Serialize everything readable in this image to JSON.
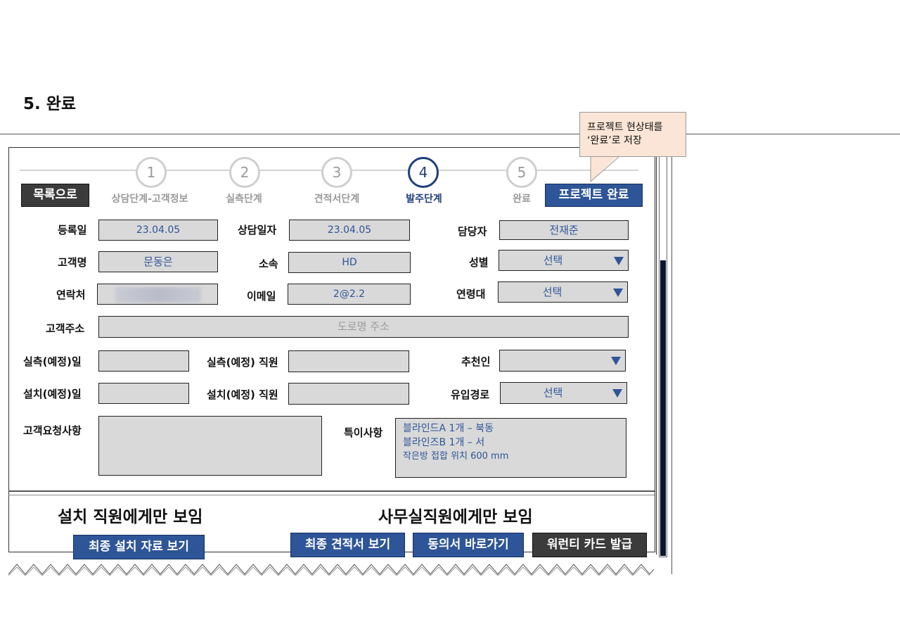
{
  "slide_title": "5. 완료",
  "callout": {
    "line1": "프로젝트 현상태를",
    "line2": "‘완료’로 저장"
  },
  "nav": {
    "back_label": "목록으로",
    "complete_label": "프로젝트 완료"
  },
  "steps": [
    {
      "number": "1",
      "label": "상담단계-고객정보",
      "active": false
    },
    {
      "number": "2",
      "label": "실측단계",
      "active": false
    },
    {
      "number": "3",
      "label": "견적서단계",
      "active": false
    },
    {
      "number": "4",
      "label": "발주단계",
      "active": true
    },
    {
      "number": "5",
      "label": "완료",
      "active": false
    }
  ],
  "form": {
    "reg_date": {
      "label": "등록일",
      "value": "23.04.05"
    },
    "consult_date": {
      "label": "상담일자",
      "value": "23.04.05"
    },
    "manager": {
      "label": "담당자",
      "value": "전재준"
    },
    "customer_name": {
      "label": "고객명",
      "value": "문동은"
    },
    "affiliation": {
      "label": "소속",
      "value": "HD"
    },
    "gender": {
      "label": "성별",
      "value": "선택"
    },
    "contact": {
      "label": "연락처",
      "value": ""
    },
    "email": {
      "label": "이메일",
      "value": "2@2.2"
    },
    "age_group": {
      "label": "연령대",
      "value": "선택"
    },
    "address": {
      "label": "고객주소",
      "placeholder": "도로명 주소"
    },
    "measure_date": {
      "label": "실측(예정)일",
      "value": ""
    },
    "measure_staff": {
      "label": "실측(예정) 직원",
      "value": ""
    },
    "referrer": {
      "label": "추천인",
      "value": ""
    },
    "install_date": {
      "label": "설치(예정)일",
      "value": ""
    },
    "install_staff": {
      "label": "설치(예정) 직원",
      "value": ""
    },
    "inflow_path": {
      "label": "유입경로",
      "value": "선택"
    },
    "customer_request": {
      "label": "고객요청사항",
      "value": ""
    },
    "special_notes": {
      "label": "특이사항",
      "lines": [
        "블라인드A 1개 – 북동",
        "블라인즈B 1개 – 서",
        "작은방 접합 위치 600 mm"
      ]
    }
  },
  "sections": {
    "installer_only": "설치 직원에게만 보임",
    "office_only": "사무실직원에게만 보임"
  },
  "actions": {
    "final_install_docs": "최종 설치 자료 보기",
    "final_quote": "최종 견적서 보기",
    "consent_form": "동의서 바로가기",
    "warranty_card": "워런티 카드 발급"
  },
  "colors": {
    "accent_blue": "#2e5597",
    "dark_button": "#3b3b3b",
    "field_gray": "#d9d9d9",
    "callout_bg": "#fbe5d6"
  }
}
